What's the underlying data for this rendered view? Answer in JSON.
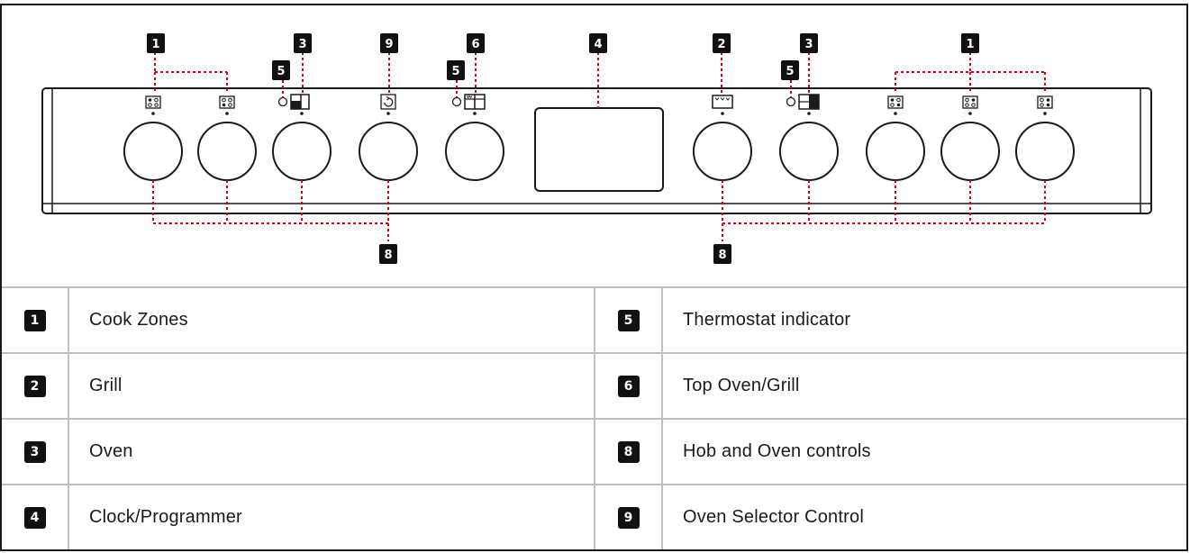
{
  "diagram": {
    "callouts": {
      "cook_zones_left": "1",
      "oven_left": "3",
      "selector": "9",
      "top_oven": "6",
      "clock": "4",
      "grill": "2",
      "oven_right": "3",
      "cook_zones_right": "1",
      "thermo_left": "5",
      "thermo_mid": "5",
      "thermo_right": "5",
      "controls_left": "8",
      "controls_right": "8"
    },
    "knob_icons": [
      "hob-zone-icon",
      "hob-zone-icon",
      "oven-icon",
      "selector-icon",
      "top-oven-icon",
      "grill-icon",
      "oven-icon",
      "hob-zone-icon",
      "hob-zone-icon",
      "hob-zone-icon"
    ],
    "leader_color": "#d0021b"
  },
  "legend": {
    "rows": [
      {
        "left_num": "1",
        "left_label": "Cook Zones",
        "right_num": "5",
        "right_label": "Thermostat indicator"
      },
      {
        "left_num": "2",
        "left_label": "Grill",
        "right_num": "6",
        "right_label": "Top Oven/Grill"
      },
      {
        "left_num": "3",
        "left_label": "Oven",
        "right_num": "8",
        "right_label": "Hob and Oven controls"
      },
      {
        "left_num": "4",
        "left_label": "Clock/Programmer",
        "right_num": "9",
        "right_label": "Oven Selector Control"
      }
    ]
  }
}
